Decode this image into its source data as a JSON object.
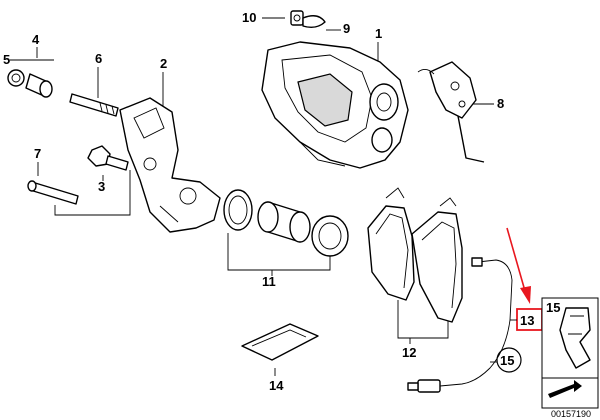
{
  "callouts": {
    "c1": "1",
    "c2": "2",
    "c3": "3",
    "c4": "4",
    "c5": "5",
    "c6": "6",
    "c7": "7",
    "c8": "8",
    "c9": "9",
    "c10": "10",
    "c11": "11",
    "c12": "12",
    "c13": "13",
    "c14": "14",
    "c15": "15",
    "c15_circle": "15"
  },
  "inset": {
    "label": "15"
  },
  "doc_number": "00157190",
  "colors": {
    "highlight_box": "#e8171f",
    "arrow": "#e8171f",
    "line": "#000000"
  },
  "icons": {
    "arrow": "red-arrow-icon",
    "inset_corner": "corner-arrow-icon"
  }
}
